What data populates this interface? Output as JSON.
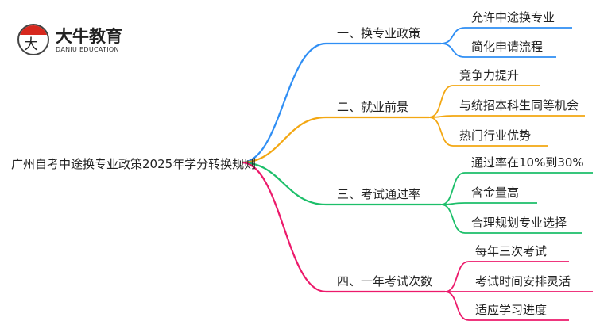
{
  "logo": {
    "brand": "大牛教育",
    "brand_en": "DANIU EDUCATION",
    "glyph": "大牛"
  },
  "root": {
    "label": "广州自考中途换专业政策2025年学分转换规则"
  },
  "branches": [
    {
      "label": "一、换专业政策",
      "color": "#2f8ef4",
      "children": [
        "允许中途换专业",
        "简化申请流程"
      ]
    },
    {
      "label": "二、就业前景",
      "color": "#f3a712",
      "children": [
        "竞争力提升",
        "与统招本科生同等机会",
        "热门行业优势"
      ]
    },
    {
      "label": "三、考试通过率",
      "color": "#1dbf6a",
      "children": [
        "通过率在10%到30%",
        "含金量高",
        "合理规划专业选择"
      ]
    },
    {
      "label": "四、一年考试次数",
      "color": "#ec1a6b",
      "children": [
        "每年三次考试",
        "考试时间安排灵活",
        "适应学习进度"
      ]
    }
  ]
}
